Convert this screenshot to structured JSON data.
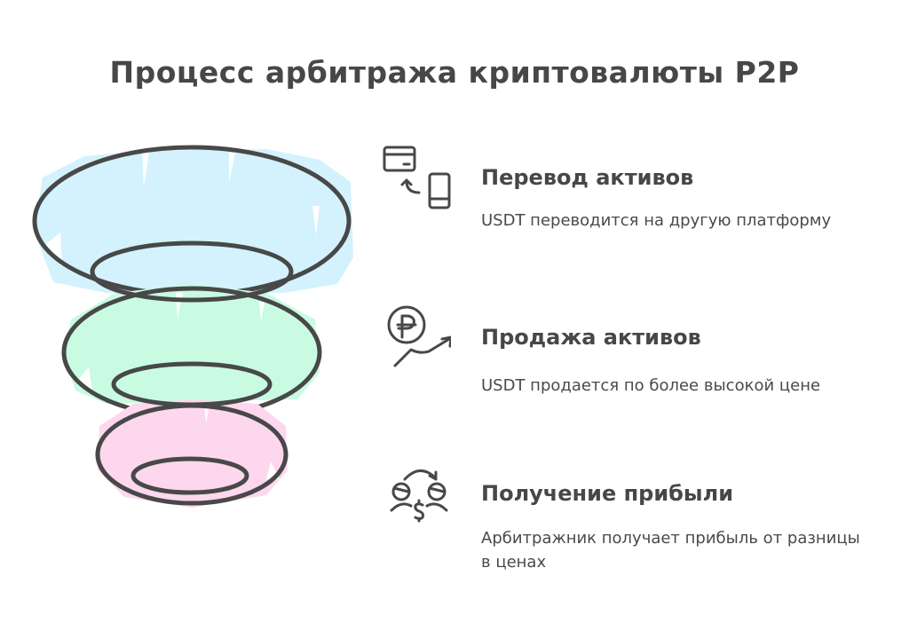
{
  "title": "Процесс арбитража криптовалюты P2P",
  "colors": {
    "stroke": "#484848",
    "layer1_fill": "#d3f2fd",
    "layer2_fill": "#c9fbe3",
    "layer3_fill": "#fdd7ee",
    "text": "#474747",
    "background": "#ffffff"
  },
  "funnel": {
    "layers": [
      {
        "name": "top",
        "color": "light-blue"
      },
      {
        "name": "middle",
        "color": "mint-green"
      },
      {
        "name": "bottom",
        "color": "light-pink"
      }
    ]
  },
  "steps": [
    {
      "icon": "card-phone-transfer-icon",
      "title": "Перевод активов",
      "description": "USDT переводится на другую платформу"
    },
    {
      "icon": "ruble-growth-icon",
      "title": "Продажа активов",
      "description": "USDT продается по более высокой цене"
    },
    {
      "icon": "people-exchange-dollar-icon",
      "title": "Получение прибыли",
      "description": "Арбитражник получает прибыль от разницы в ценах"
    }
  ]
}
